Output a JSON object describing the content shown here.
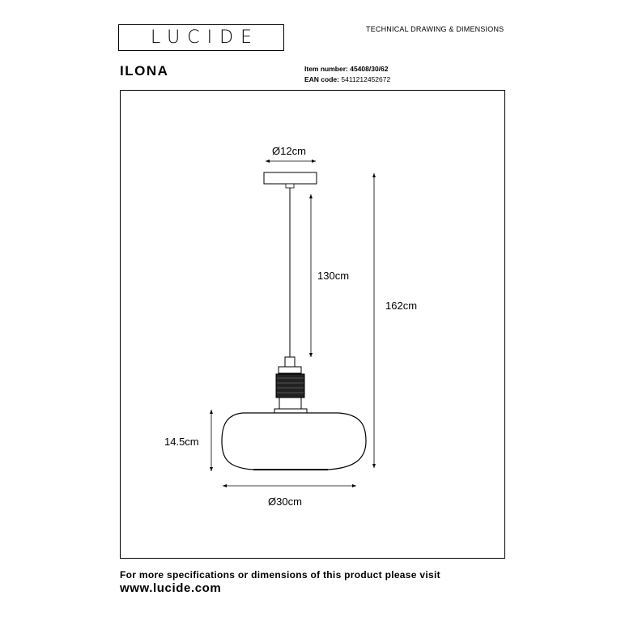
{
  "header": {
    "logo_text": "LUCIDE",
    "doc_type": "TECHNICAL DRAWING & DIMENSIONS",
    "product_name": "ILONA",
    "item_label": "Item number:",
    "item_value": "45408/30/62",
    "ean_label": "EAN code:",
    "ean_value": "5411212452672"
  },
  "dimensions": {
    "canopy_diameter": "Ø12cm",
    "cable_length": "130cm",
    "total_height": "162cm",
    "shade_height": "14.5cm",
    "shade_diameter": "Ø30cm"
  },
  "footer": {
    "info_text": "For more specifications or dimensions of this product please visit",
    "url": "www.lucide.com"
  }
}
